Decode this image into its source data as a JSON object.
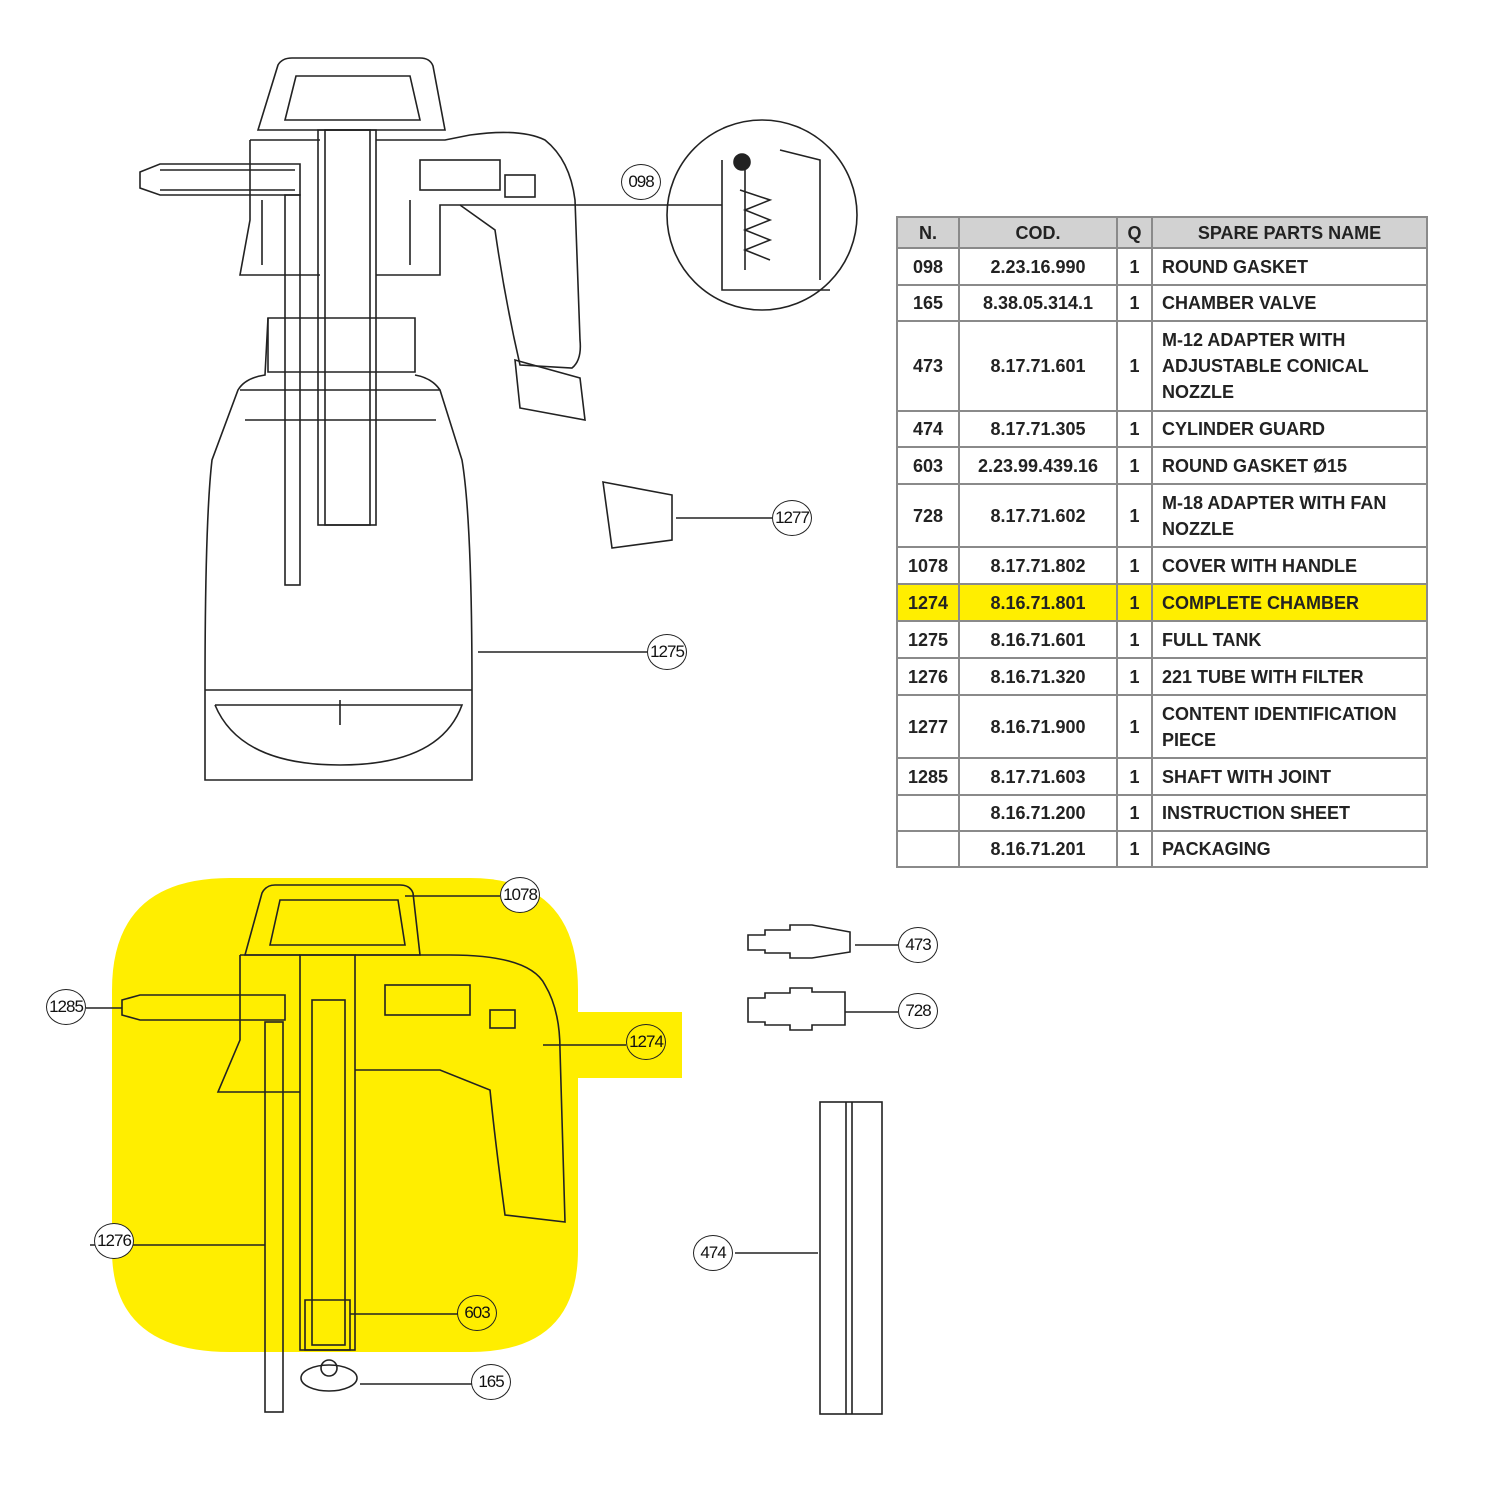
{
  "colors": {
    "highlight": "#ffee00",
    "line": "#222222",
    "table_header": "#d2d2d2"
  },
  "callouts": {
    "c098": "098",
    "c1277": "1277",
    "c1275": "1275",
    "c1078": "1078",
    "c473": "473",
    "c728": "728",
    "c1285": "1285",
    "c1274": "1274",
    "c1276": "1276",
    "c474": "474",
    "c603": "603",
    "c165": "165"
  },
  "table": {
    "headers": [
      "N.",
      "COD.",
      "Q",
      "SPARE PARTS NAME"
    ],
    "rows": [
      {
        "n": "098",
        "cod": "2.23.16.990",
        "q": "1",
        "name": "ROUND GASKET"
      },
      {
        "n": "165",
        "cod": "8.38.05.314.1",
        "q": "1",
        "name": "CHAMBER VALVE"
      },
      {
        "n": "473",
        "cod": "8.17.71.601",
        "q": "1",
        "name": "M-12 ADAPTER WITH ADJUSTABLE CONICAL NOZZLE"
      },
      {
        "n": "474",
        "cod": "8.17.71.305",
        "q": "1",
        "name": "CYLINDER GUARD"
      },
      {
        "n": "603",
        "cod": "2.23.99.439.16",
        "q": "1",
        "name": "ROUND GASKET Ø15"
      },
      {
        "n": "728",
        "cod": "8.17.71.602",
        "q": "1",
        "name": "M-18 ADAPTER WITH FAN NOZZLE"
      },
      {
        "n": "1078",
        "cod": "8.17.71.802",
        "q": "1",
        "name": "COVER WITH HANDLE"
      },
      {
        "n": "1274",
        "cod": "8.16.71.801",
        "q": "1",
        "name": "COMPLETE CHAMBER",
        "highlighted": true
      },
      {
        "n": "1275",
        "cod": "8.16.71.601",
        "q": "1",
        "name": "FULL TANK"
      },
      {
        "n": "1276",
        "cod": "8.16.71.320",
        "q": "1",
        "name": "221 TUBE WITH FILTER"
      },
      {
        "n": "1277",
        "cod": "8.16.71.900",
        "q": "1",
        "name": "CONTENT IDENTIFICATION PIECE"
      },
      {
        "n": "1285",
        "cod": "8.17.71.603",
        "q": "1",
        "name": "SHAFT WITH JOINT"
      },
      {
        "n": "",
        "cod": "8.16.71.200",
        "q": "1",
        "name": "INSTRUCTION SHEET"
      },
      {
        "n": "",
        "cod": "8.16.71.201",
        "q": "1",
        "name": "PACKAGING"
      }
    ]
  }
}
